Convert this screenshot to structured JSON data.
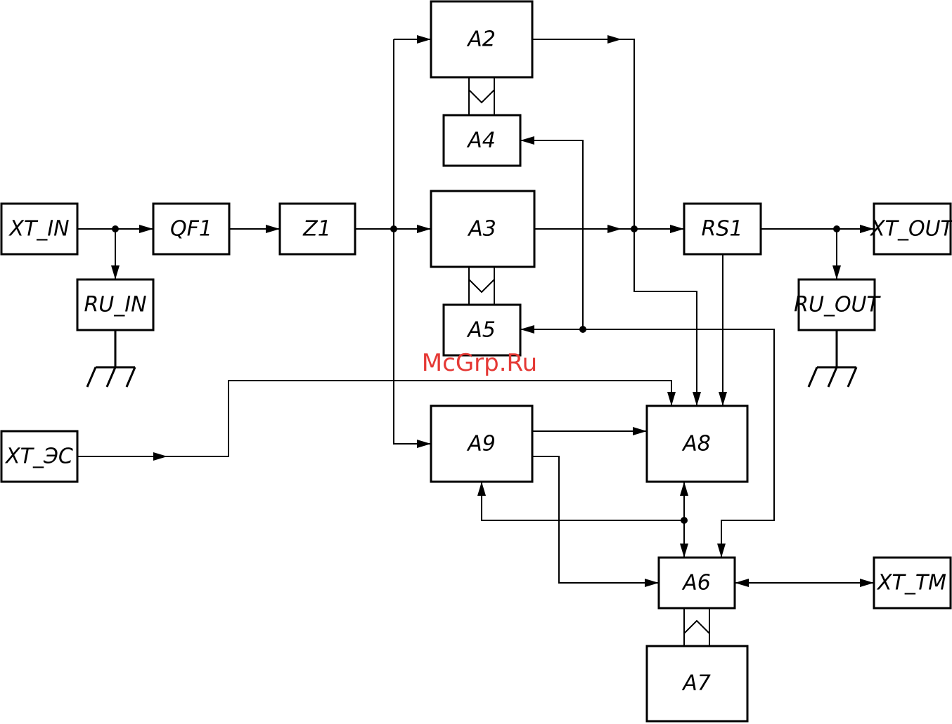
{
  "blocks": {
    "xt_in": "XT_IN",
    "qf1": "QF1",
    "z1": "Z1",
    "ru_in": "RU_IN",
    "a2": "A2",
    "a4": "A4",
    "a3": "A3",
    "a5": "A5",
    "rs1": "RS1",
    "xt_out": "XT_OUT",
    "ru_out": "RU_OUT",
    "xt_es": "XT_ЭС",
    "a9": "A9",
    "a8": "A8",
    "a6": "A6",
    "xt_tm": "XT_TM",
    "a7": "A7"
  },
  "watermark": "McGrp.Ru"
}
